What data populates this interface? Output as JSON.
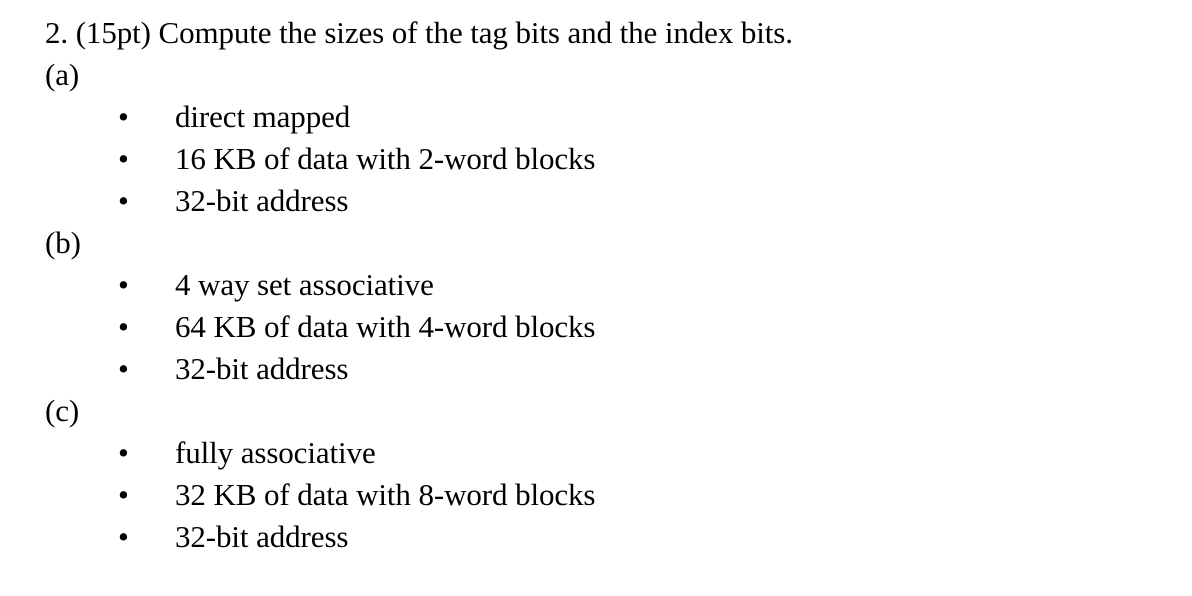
{
  "document": {
    "background_color": "#ffffff",
    "text_color": "#000000",
    "heading": "2. (15pt) Compute the sizes of the tag bits and the index bits.",
    "bullet_glyph": "•",
    "sections": [
      {
        "label": "(a)",
        "bullets": [
          "direct mapped",
          "16 KB of data with 2-word blocks",
          "32-bit address"
        ]
      },
      {
        "label": "(b)",
        "bullets": [
          "4 way set associative",
          "64 KB of data with 4-word blocks",
          "32-bit address"
        ]
      },
      {
        "label": "(c)",
        "bullets": [
          "fully associative",
          "32 KB of data with 8-word blocks",
          "32-bit address"
        ]
      }
    ]
  }
}
